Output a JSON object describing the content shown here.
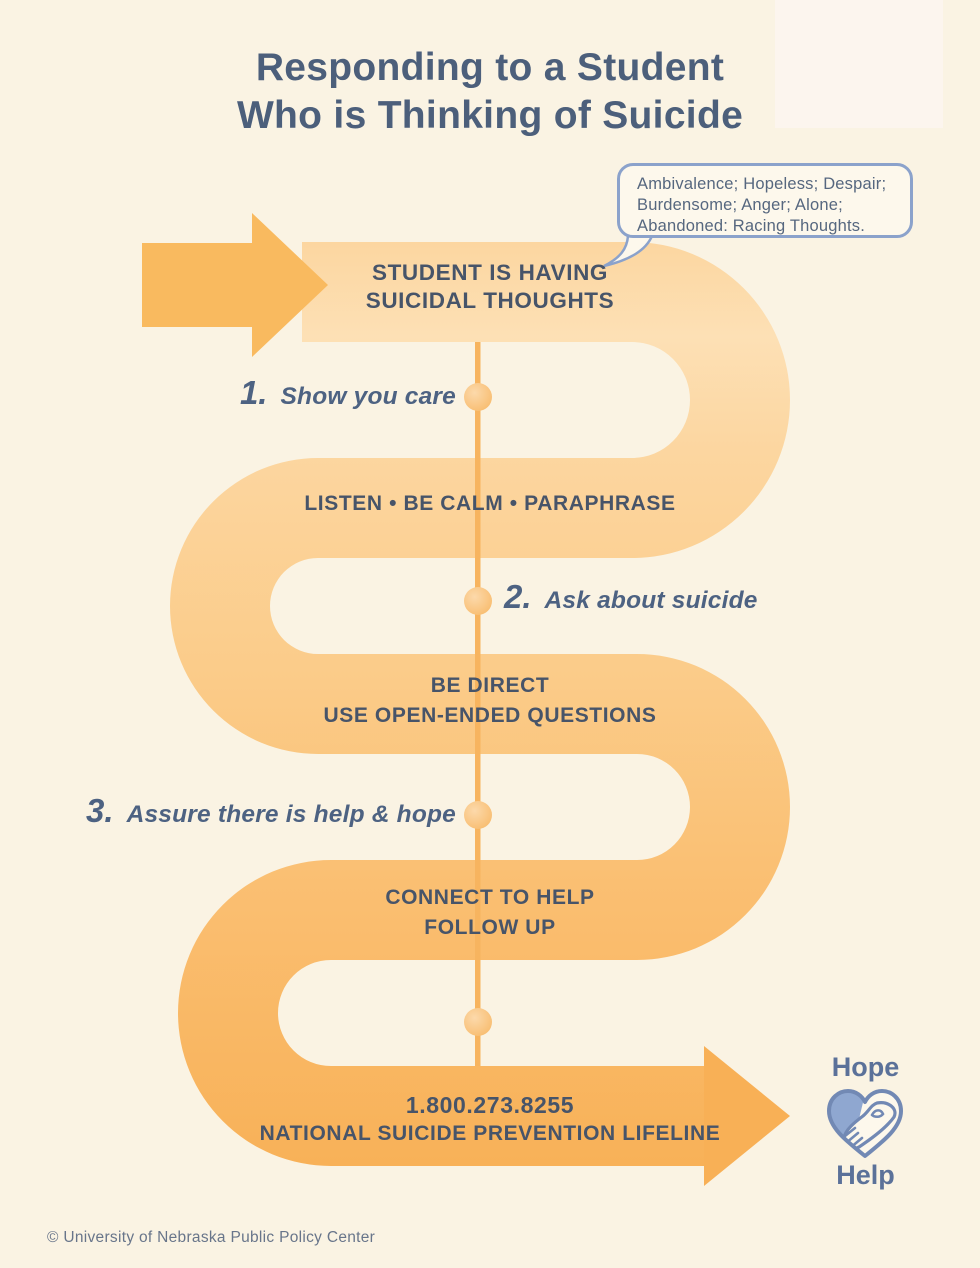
{
  "title": {
    "line1": "Responding to a Student",
    "line2": "Who is Thinking of Suicide"
  },
  "bubble": {
    "lines": [
      "Ambivalence; Hopeless; Despair;",
      "Burdensome; Anger; Alone;",
      "Abandoned: Racing Thoughts."
    ]
  },
  "flow": {
    "start": {
      "line1": "STUDENT IS HAVING",
      "line2": "SUICIDAL THOUGHTS"
    },
    "steps": [
      {
        "number": "1.",
        "label": "Show you care"
      },
      {
        "number": "2.",
        "label": "Ask about suicide"
      },
      {
        "number": "3.",
        "label": "Assure there is help & hope"
      }
    ],
    "bands": [
      {
        "text": "LISTEN • BE CALM • PARAPHRASE"
      },
      {
        "line1": "BE DIRECT",
        "line2": "USE OPEN-ENDED QUESTIONS"
      },
      {
        "line1": "CONNECT TO HELP",
        "line2": "FOLLOW UP"
      }
    ],
    "lifeline": {
      "phone": "1.800.273.8255",
      "name": "NATIONAL SUICIDE PREVENTION LIFELINE"
    }
  },
  "hope_help": {
    "top": "Hope",
    "bottom": "Help"
  },
  "footer": {
    "copyright": "© University of Nebraska Public Policy Center"
  },
  "colors": {
    "bg": "#faf3e3",
    "highlight": "#fcf5ee",
    "title": "#4c5f7b",
    "caps": "#475469",
    "step": "#4d6282",
    "bubble_bg": "#fdf8ec",
    "bubble_border": "#8ba2cb",
    "bubble_text": "#56677f",
    "snake_a": "#fcd6a0",
    "snake_b": "#fde0b5",
    "snake_c": "#fbcc8a",
    "snake_d": "#fabf72",
    "snake_e": "#f8b056",
    "entry_arrow": "#f9ba5f",
    "line": "#f7b45f",
    "dot_a": "#fcd9ab",
    "dot_b": "#f8bc6e",
    "icon_fill": "#8fa7d0",
    "icon_stroke": "#7289b4",
    "hope": "#5b7199",
    "footer": "#68758a"
  }
}
